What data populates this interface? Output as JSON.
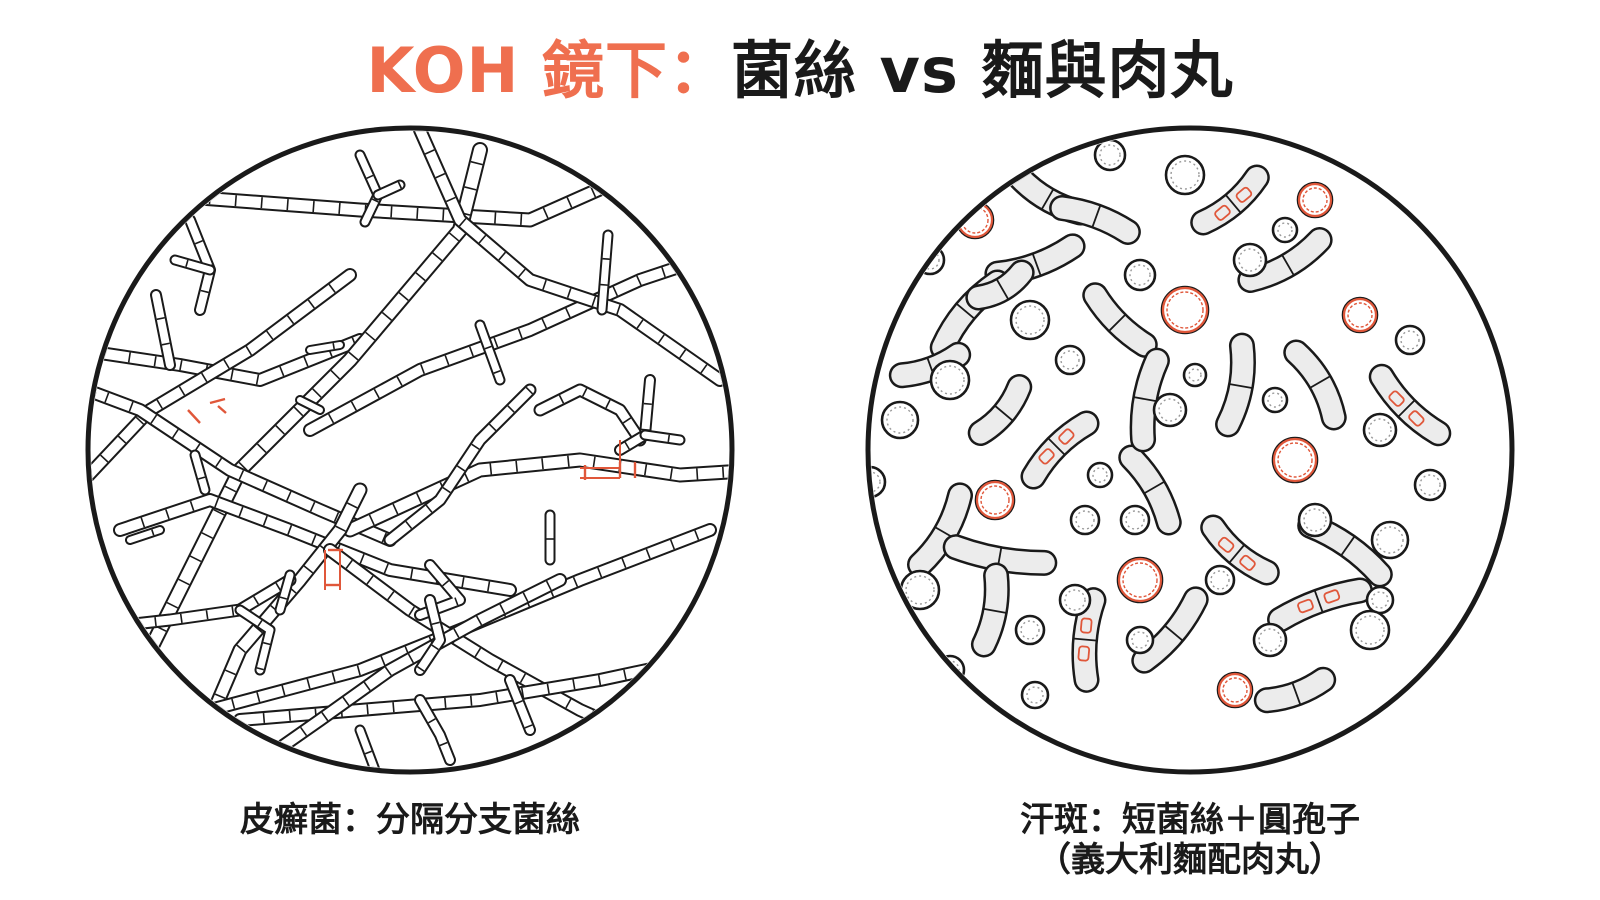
{
  "title": {
    "accent": "KOH 鏡下：",
    "main": "菌絲 vs 麵與肉丸"
  },
  "left_panel": {
    "caption": "皮癬菌：分隔分支菌絲"
  },
  "right_panel": {
    "caption_line1": "汗斑：短菌絲＋圓孢子",
    "caption_line2": "（義大利麵配肉丸）"
  },
  "colors": {
    "ink": "#1a1a1a",
    "accent": "#e0573a",
    "fill": "#ececec"
  }
}
